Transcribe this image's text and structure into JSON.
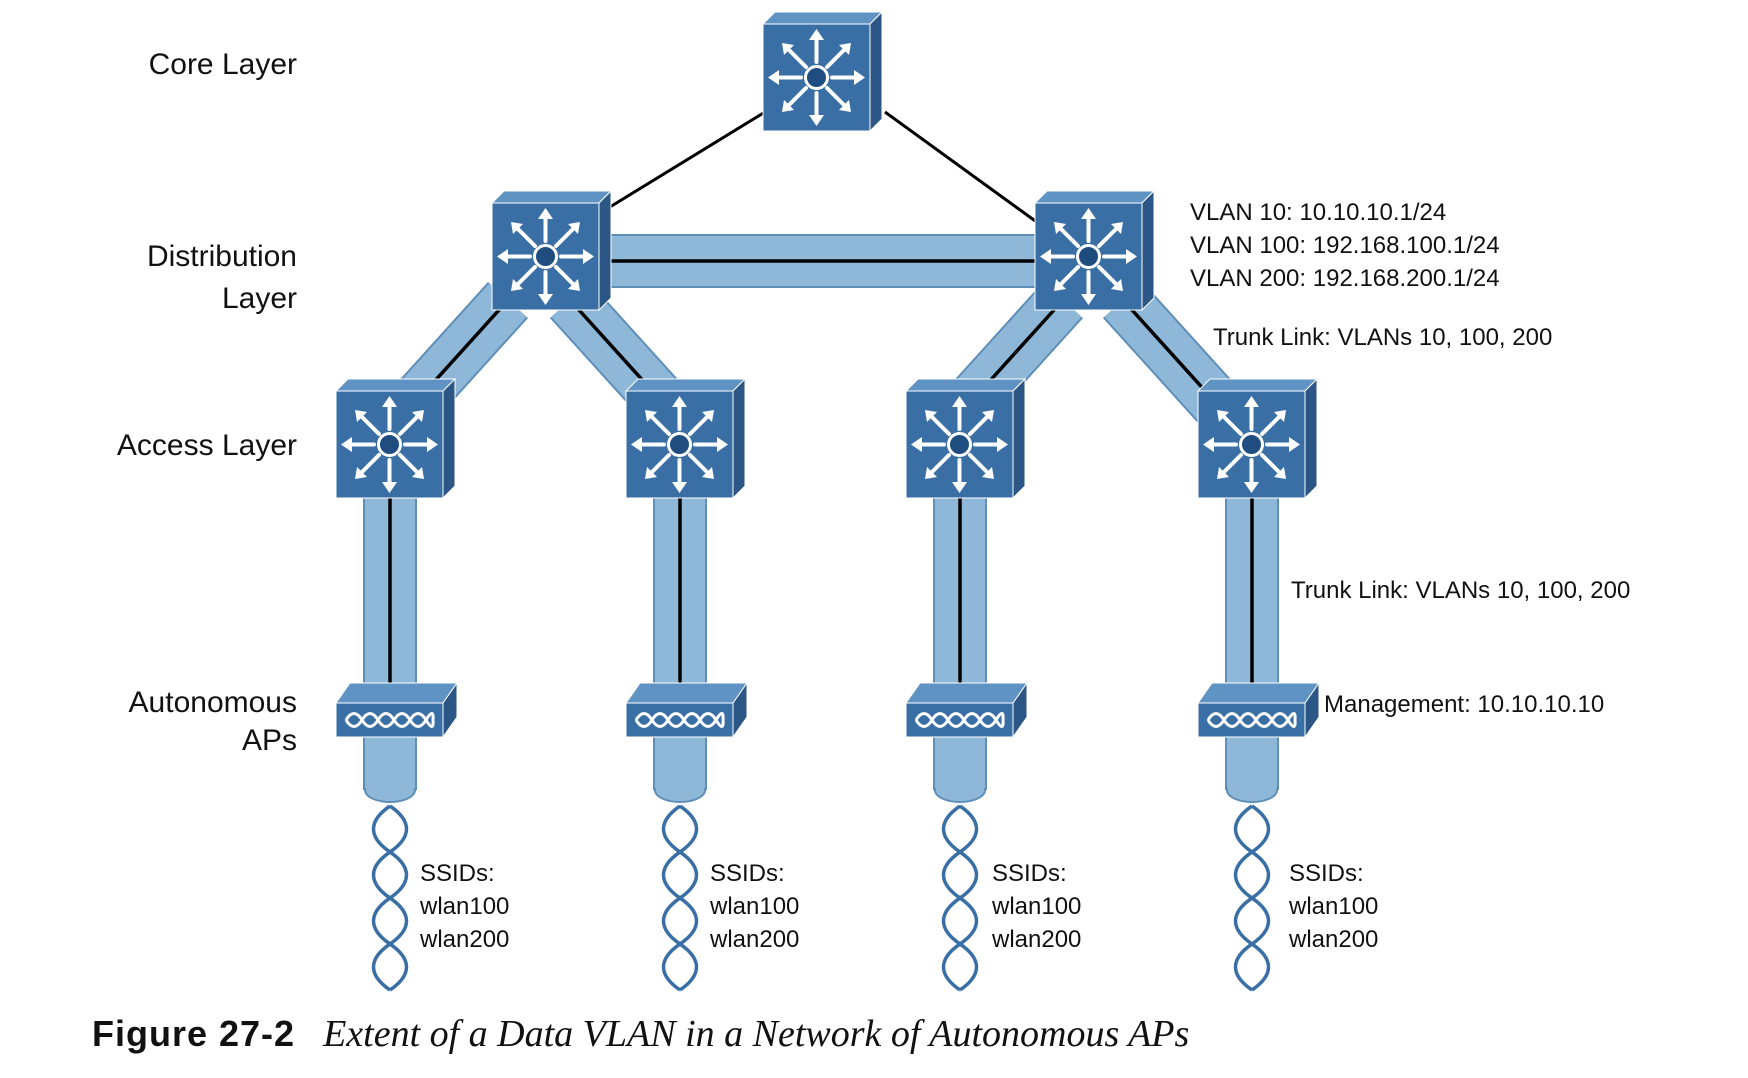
{
  "layers": {
    "core": "Core Layer",
    "distribution_1": "Distribution",
    "distribution_2": "Layer",
    "access": "Access Layer",
    "aps_1": "Autonomous",
    "aps_2": "APs"
  },
  "distribution_vlans": [
    "VLAN 10: 10.10.10.1/24",
    "VLAN 100: 192.168.100.1/24",
    "VLAN 200: 192.168.200.1/24"
  ],
  "trunk_link_upper": "Trunk Link: VLANs 10, 100, 200",
  "trunk_link_lower": "Trunk Link: VLANs 10, 100, 200",
  "management": "Management: 10.10.10.10",
  "ssid_groups": [
    {
      "line1": "SSIDs:",
      "line2": "wlan100",
      "line3": "wlan200"
    },
    {
      "line1": "SSIDs:",
      "line2": "wlan100",
      "line3": "wlan200"
    },
    {
      "line1": "SSIDs:",
      "line2": "wlan100",
      "line3": "wlan200"
    },
    {
      "line1": "SSIDs:",
      "line2": "wlan100",
      "line3": "wlan200"
    }
  ],
  "caption": {
    "number": "Figure 27-2",
    "title": "Extent of a Data VLAN in a Network of Autonomous APs"
  },
  "colors": {
    "switch_front": "#3a6fa6",
    "switch_top": "#5f93c4",
    "switch_side": "#2b5685",
    "trunk_fill": "#8fb8d8",
    "trunk_border": "#5e8fb9",
    "link_line": "#000000"
  },
  "icons": {
    "switch": "multilayer-switch-icon",
    "access_point": "access-point-icon",
    "wireless": "wireless-signal-icon"
  }
}
